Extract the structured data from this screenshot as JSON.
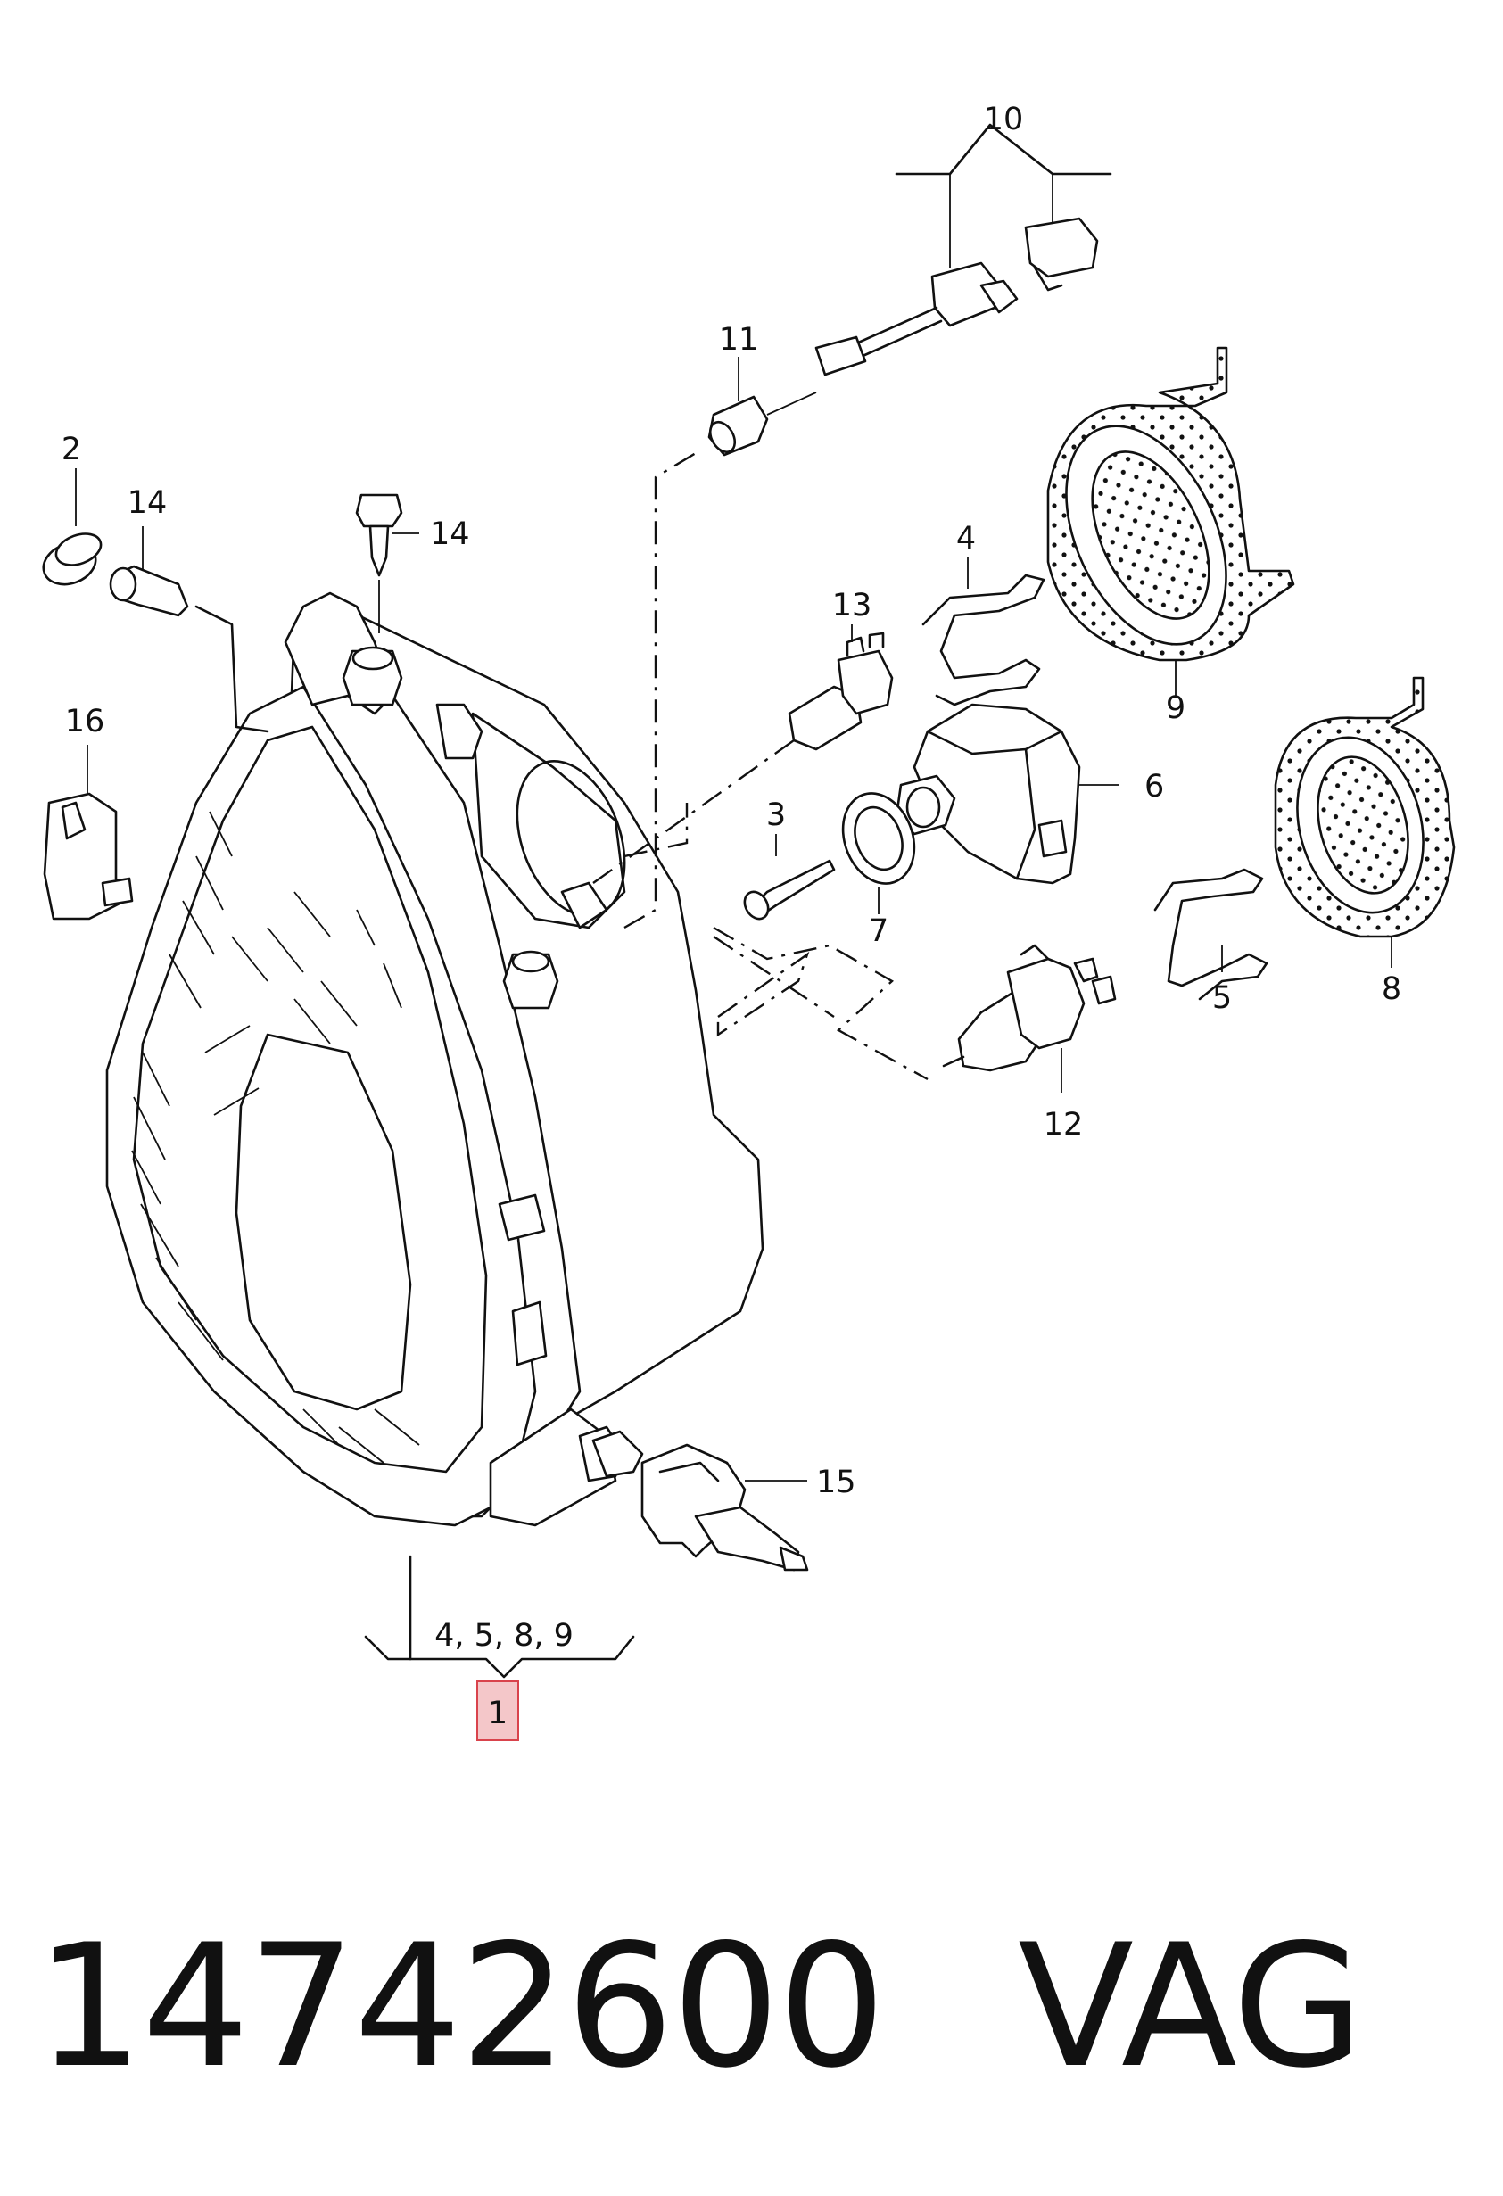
{
  "callouts": {
    "c1": "1",
    "c2": "2",
    "c3": "3",
    "c4": "4",
    "c5": "5",
    "c6": "6",
    "c7": "7",
    "c8": "8",
    "c9": "9",
    "c10": "10",
    "c11": "11",
    "c12": "12",
    "c13": "13",
    "c14a": "14",
    "c14b": "14",
    "c15": "15",
    "c16": "16",
    "group": "4, 5, 8, 9"
  },
  "highlight_color": "#f4c7c9",
  "caption": {
    "part_number": "14742600",
    "brand": "VAG"
  }
}
